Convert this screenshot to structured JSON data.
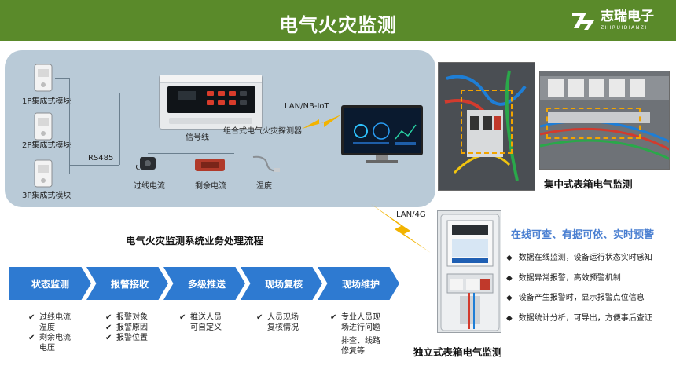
{
  "header": {
    "title": "电气火灾监测",
    "logo_cn": "志瑞电子",
    "logo_en": "ZHIRUIDIANZI",
    "bg_color": "#5a8a2a"
  },
  "diagram": {
    "modules": [
      {
        "label": "1P集成式模块"
      },
      {
        "label": "2P集成式模块"
      },
      {
        "label": "3P集成式模块"
      }
    ],
    "rs485_label": "RS485",
    "signal_label": "信号线",
    "detector_label": "组合式电气火灾探测器",
    "lan_nbiot_label": "LAN/NB-IoT",
    "lan_4g_label": "LAN/4G",
    "sensors": [
      {
        "label": "过线电流"
      },
      {
        "label": "剩余电流"
      },
      {
        "label": "温度"
      }
    ],
    "panel_color": "#b9cad7"
  },
  "photos": {
    "centralized_title": "集中式表箱电气监测",
    "standalone_title": "独立式表箱电气监测"
  },
  "flow": {
    "title": "电气火灾监测系统业务处理流程",
    "steps": [
      {
        "label": "状态监测",
        "items": [
          "过线电流",
          "温度",
          "剩余电流",
          "电压"
        ]
      },
      {
        "label": "报警接收",
        "items": [
          "报警对象",
          "报警原因",
          "报警位置"
        ]
      },
      {
        "label": "多级推送",
        "items": [
          "推送人员",
          "可自定义"
        ]
      },
      {
        "label": "现场复核",
        "items": [
          "人员现场",
          "复核情况"
        ]
      },
      {
        "label": "现场维护",
        "items": [
          "专业人员现",
          "场进行问题",
          "排查、线路",
          "修复等"
        ]
      }
    ],
    "chevron_color": "#2e7ad1"
  },
  "features": {
    "title": "在线可查、有据可依、实时预警",
    "title_color": "#4a7fd1",
    "items": [
      "数据在线监测，设备运行状态实时感知",
      "数据异常报警，高效预警机制",
      "设备产生报警时，显示报警点位信息",
      "数据统计分析，可导出，方便事后查证"
    ]
  }
}
